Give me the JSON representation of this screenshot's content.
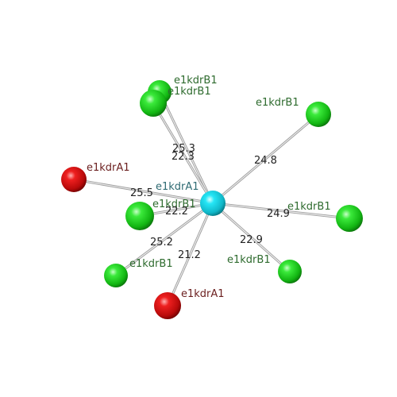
{
  "colors": {
    "center": "#19d9ee",
    "green": "#1fd11f",
    "red": "#dd1010",
    "bond": "#b8b8b8",
    "label_green": "#2e6b2e",
    "label_red": "#6b1f1f",
    "label_center": "#2f6b73"
  },
  "center_atom": {
    "label": "e1kdrA1"
  },
  "atoms": [
    {
      "id": "a1",
      "label": "e1kdrB1",
      "kind": "green",
      "distance": "25.3"
    },
    {
      "id": "a2",
      "label": "e1kdrB1",
      "kind": "green",
      "distance": "22.3"
    },
    {
      "id": "a3",
      "label": "e1kdrB1",
      "kind": "green",
      "distance": "24.8"
    },
    {
      "id": "a4",
      "label": "e1kdrA1",
      "kind": "red",
      "distance": "25.5"
    },
    {
      "id": "a5",
      "label": "e1kdrB1",
      "kind": "green",
      "distance": "22.2"
    },
    {
      "id": "a6",
      "label": "e1kdrB1",
      "kind": "green",
      "distance": "24.9"
    },
    {
      "id": "a7",
      "label": "e1kdrB1",
      "kind": "green",
      "distance": "22.9"
    },
    {
      "id": "a8",
      "label": "e1kdrB1",
      "kind": "green",
      "distance": "25.2"
    },
    {
      "id": "a9",
      "label": "e1kdrA1",
      "kind": "red",
      "distance": "21.2"
    }
  ]
}
